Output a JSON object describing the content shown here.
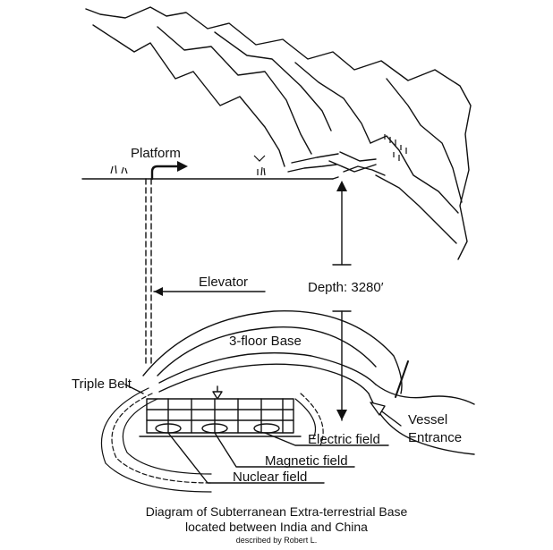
{
  "labels": {
    "platform": "Platform",
    "elevator": "Elevator",
    "depth": "Depth: 3280′",
    "base": "3-floor Base",
    "triple_belt": "Triple Belt",
    "vessel": "Vessel",
    "entrance": "Entrance",
    "electric_field": "Electric field",
    "magnetic_field": "Magnetic field",
    "nuclear_field": "Nuclear field"
  },
  "caption": {
    "line1": "Diagram of Subterranean Extra-terrestrial Base",
    "line2": "located between India and China",
    "line3": "described by Robert L."
  }
}
